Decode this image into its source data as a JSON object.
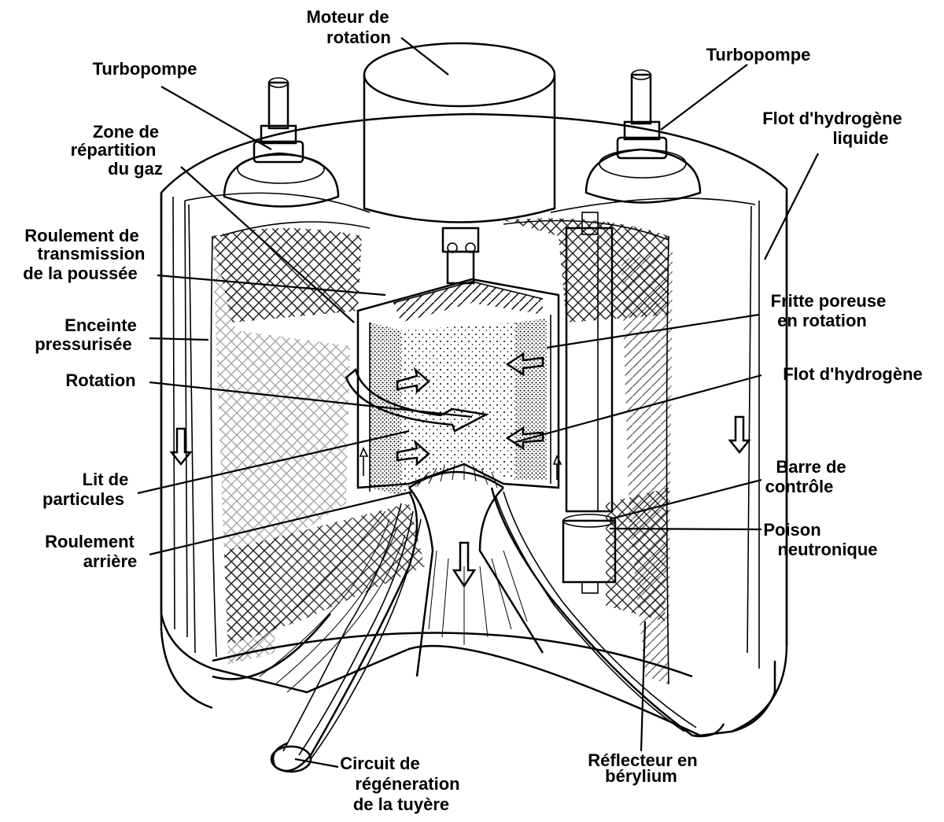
{
  "labels": {
    "moteur": [
      "Moteur de",
      "rotation"
    ],
    "turbopompe_left": "Turbopompe",
    "turbopompe_right": "Turbopompe",
    "flot_h2_liquide": [
      "Flot d'hydrogène",
      "liquide"
    ],
    "zone_repartition": [
      "Zone de",
      "répartition",
      "du gaz"
    ],
    "roulement_transmission": [
      "Roulement de",
      "transmission",
      "de la poussée"
    ],
    "enceinte": [
      "Enceinte",
      "pressurisée"
    ],
    "rotation": "Rotation",
    "lit_particules": [
      "Lit de",
      "particules"
    ],
    "roulement_arriere": [
      "Roulement",
      "arrière"
    ],
    "fritte": [
      "Fritte poreuse",
      "en rotation"
    ],
    "flot_h2": "Flot d'hydrogène",
    "barre_controle": [
      "Barre de",
      "contrôle"
    ],
    "poison": [
      "Poison",
      "neutronique"
    ],
    "circuit": [
      "Circuit de",
      "régéneration",
      "de la tuyère"
    ],
    "reflecteur": [
      "Réflecteur en",
      "bérylium"
    ]
  }
}
